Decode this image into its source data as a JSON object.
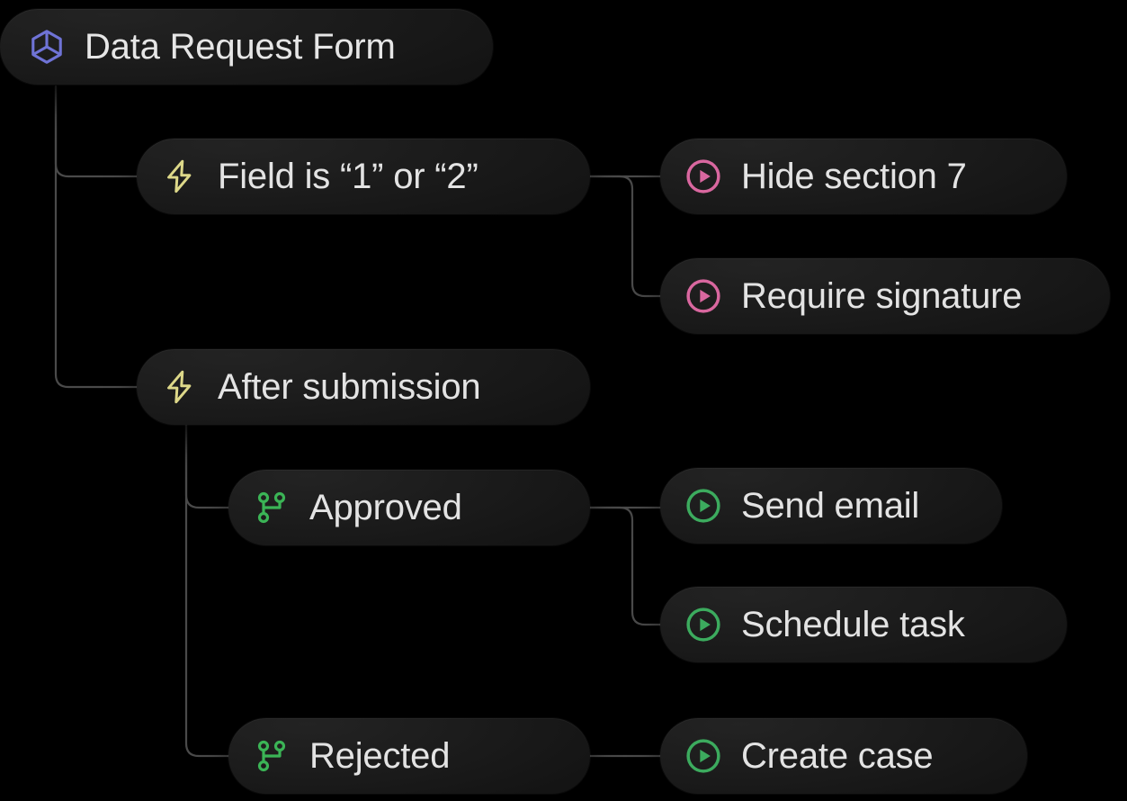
{
  "diagram": {
    "title": "Data Request Form",
    "background_color": "#000000",
    "connector_color": "#4a4a4a",
    "pill_color": "#1b1b1b",
    "text_color": "#e3e3e3"
  },
  "icon_colors": {
    "cube": "#6f73d6",
    "bolt": "#ddd889",
    "play_pink": "#d9679f",
    "play_green": "#3cab5e",
    "branch_green": "#3bb456"
  },
  "nodes": {
    "root": {
      "label": "Data Request Form",
      "icon": "cube-icon",
      "type": "form"
    },
    "condition_1": {
      "label": "Field is “1” or “2”",
      "icon": "bolt-icon",
      "type": "condition"
    },
    "action_1": {
      "label": "Hide section 7",
      "icon": "play-circle-pink-icon",
      "type": "action"
    },
    "action_2": {
      "label": "Require signature",
      "icon": "play-circle-pink-icon",
      "type": "action"
    },
    "condition_2": {
      "label": "After submission",
      "icon": "bolt-icon",
      "type": "condition"
    },
    "branch_1": {
      "label": "Approved",
      "icon": "git-branch-icon",
      "type": "branch"
    },
    "action_3": {
      "label": "Send email",
      "icon": "play-circle-green-icon",
      "type": "action"
    },
    "action_4": {
      "label": "Schedule task",
      "icon": "play-circle-green-icon",
      "type": "action"
    },
    "branch_2": {
      "label": "Rejected",
      "icon": "git-branch-icon",
      "type": "branch"
    },
    "action_5": {
      "label": "Create case",
      "icon": "play-circle-green-icon",
      "type": "action"
    }
  }
}
